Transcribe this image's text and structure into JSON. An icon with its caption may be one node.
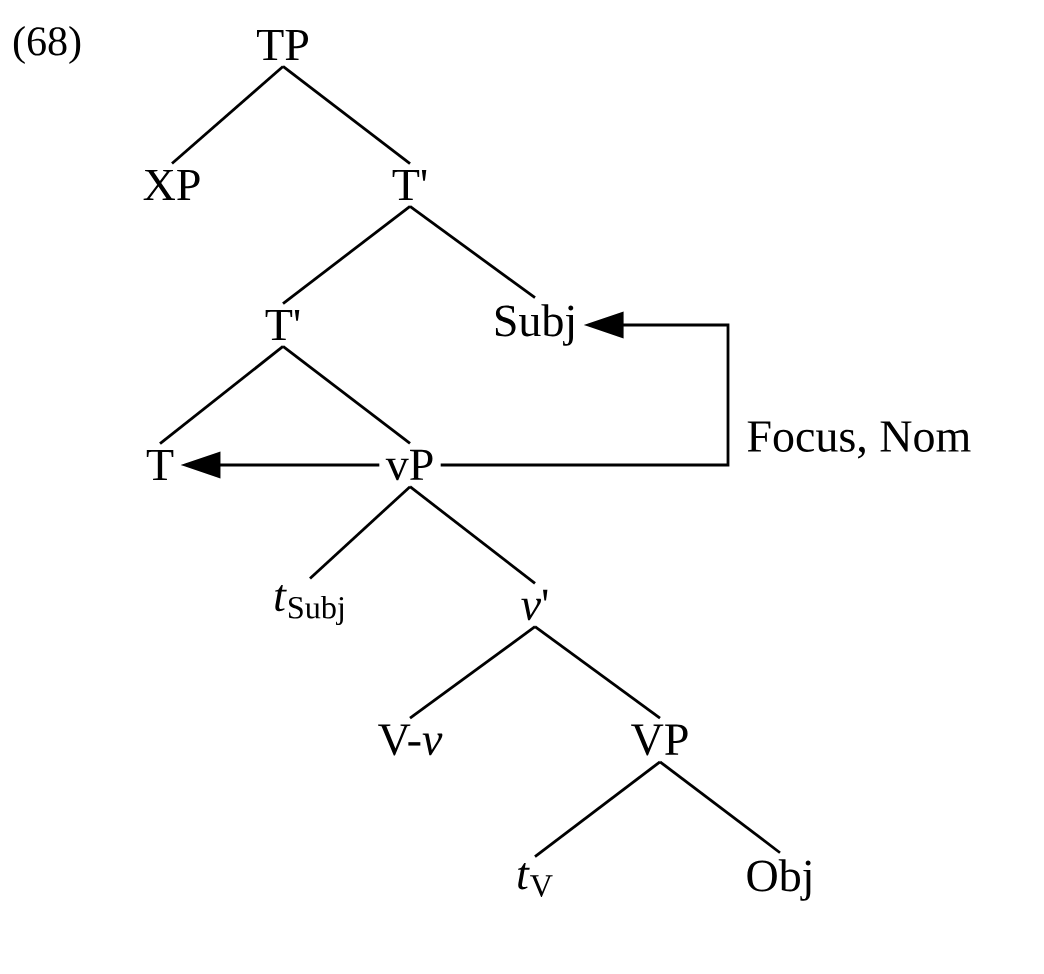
{
  "diagram": {
    "nodes": [
      {
        "text": [
          "TP"
        ]
      },
      {
        "text": [
          "XP"
        ]
      },
      {
        "text": [
          "T'"
        ]
      },
      {
        "text": [
          "T'"
        ]
      },
      {
        "text": [
          "Subj"
        ]
      },
      {
        "text": [
          "T"
        ]
      },
      {
        "text": [
          "vP"
        ]
      },
      {
        "text": [
          "*t*$_{Subj}$"
        ]
      },
      {
        "text": [
          "*v*'"
        ]
      },
      {
        "text": [
          "V-*v*"
        ]
      },
      {
        "text": [
          "VP"
        ]
      },
      {
        "text": [
          "*t*$_{V}$"
        ]
      },
      {
        "text": [
          "Obj"
        ]
      }
    ],
    "edges": [
      {
        "from": 0,
        "to": 1,
        "arrow": "none"
      },
      {
        "from": 0,
        "to": 2,
        "arrow": "none"
      },
      {
        "from": 2,
        "to": 3,
        "arrow": "none"
      },
      {
        "from": 2,
        "to": 4,
        "arrow": "none"
      },
      {
        "from": 3,
        "to": 5,
        "arrow": "none"
      },
      {
        "from": 3,
        "to": 6,
        "arrow": "none"
      },
      {
        "from": 6,
        "to": 7,
        "arrow": "none"
      },
      {
        "from": 6,
        "to": 8,
        "arrow": "none"
      },
      {
        "from": 8,
        "to": 9,
        "arrow": "none"
      },
      {
        "from": 8,
        "to": 10,
        "arrow": "none"
      },
      {
        "from": 10,
        "to": 11,
        "arrow": "none"
      },
      {
        "from": 10,
        "to": 12,
        "arrow": "none"
      },
      {
        "from": 6,
        "to": 5,
        "arrow": "to"
      },
      {
        "from": 6,
        "to": 4,
        "arrow": "to",
        "label": "Focus, Nom"
      }
    ],
    "labels": [
      "(68)"
    ]
  }
}
